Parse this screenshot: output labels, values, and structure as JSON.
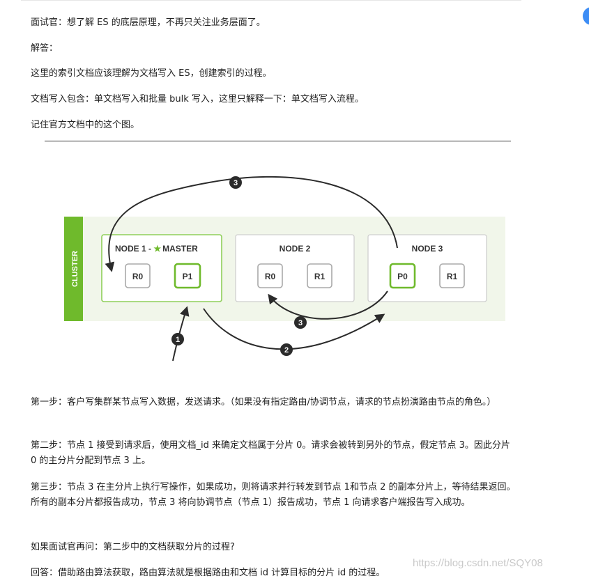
{
  "paragraphs_top": [
    "面试官：想了解 ES 的底层原理，不再只关注业务层面了。",
    "解答：",
    "这里的索引文档应该理解为文档写入 ES，创建索引的过程。",
    "文档写入包含：单文档写入和批量 bulk 写入，这里只解释一下：单文档写入流程。",
    "记住官方文档中的这个图。"
  ],
  "diagram": {
    "cluster_label": "CLUSTER",
    "node1_title": "NODE 1 - ",
    "master_label": "MASTER",
    "star_glyph": "★",
    "node2_title": "NODE 2",
    "node3_title": "NODE 3",
    "node1_shards": [
      "R0",
      "P1"
    ],
    "node2_shards": [
      "R0",
      "R1"
    ],
    "node3_shards": [
      "P0",
      "R1"
    ],
    "step_markers": [
      "1",
      "2",
      "3",
      "3"
    ],
    "colors": {
      "primary_green": "#6fba2c",
      "cluster_bg": "#f1f6ea",
      "node_border": "#cfcfcf",
      "marker": "#2b2b2b"
    }
  },
  "paragraphs_bottom": [
    "第一步：客户写集群某节点写入数据，发送请求。（如果没有指定路由/协调节点，请求的节点扮演路由节点的角色。）",
    "第二步：节点 1 接受到请求后，使用文档_id 来确定文档属于分片 0。请求会被转到另外的节点，假定节点 3。因此分片 0 的主分片分配到节点 3 上。",
    "第三步：节点 3 在主分片上执行写操作，如果成功，则将请求并行转发到节点 1和节点 2 的副本分片上，等待结果返回。所有的副本分片都报告成功，节点 3 将向协调节点（节点 1）报告成功，节点 1 向请求客户端报告写入成功。",
    "如果面试官再问：第二步中的文档获取分片的过程?",
    "回答：借助路由算法获取，路由算法就是根据路由和文档 id 计算目标的分片 id 的过程。"
  ],
  "watermark": "https://blog.csdn.net/SQY08"
}
